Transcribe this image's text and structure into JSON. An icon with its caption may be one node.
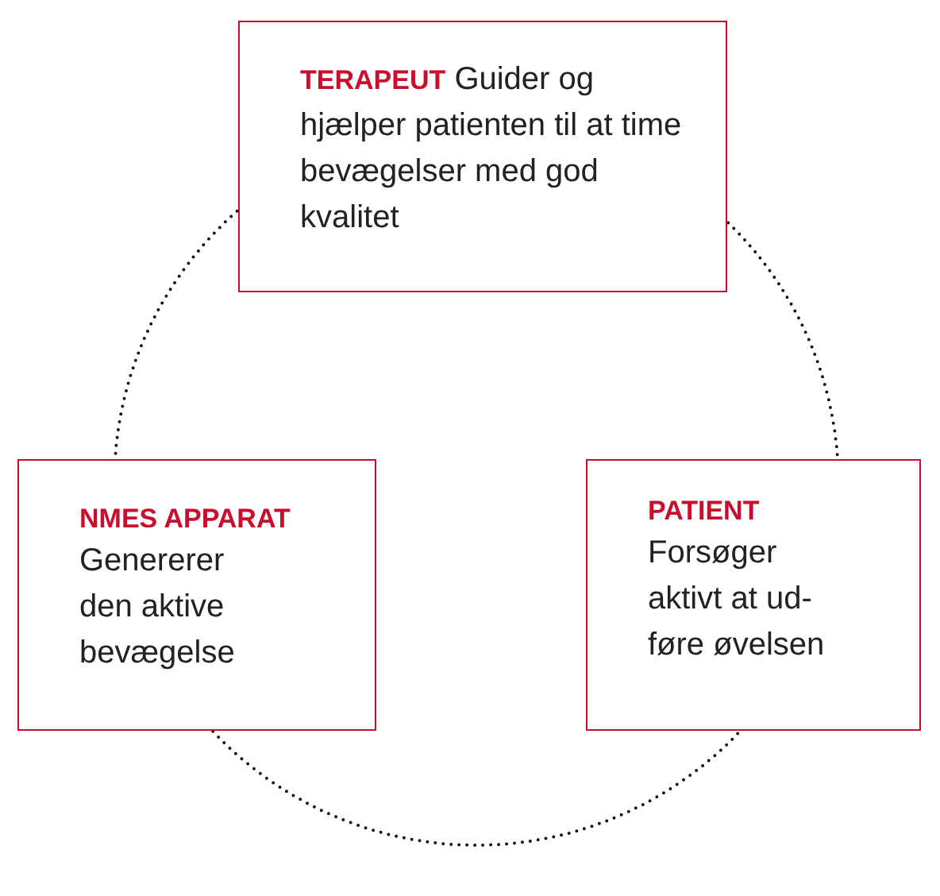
{
  "diagram": {
    "nodes": [
      {
        "text": [
          "TERAPEUT",
          "Guider og hjælper patienten til at time bevægelser med god kvalitet"
        ]
      },
      {
        "text": [
          "NMES APPARAT",
          "Genererer den aktive bevægelse"
        ]
      },
      {
        "text": [
          "PATIENT",
          "Forsøger aktivt at ud- føre øvelsen"
        ]
      }
    ],
    "edges": [
      {
        "from": 0,
        "to": 1,
        "arrow": "none",
        "style": "dashed"
      },
      {
        "from": 0,
        "to": 2,
        "arrow": "none",
        "style": "dashed"
      },
      {
        "from": 1,
        "to": 2,
        "arrow": "none",
        "style": "dashed"
      }
    ]
  }
}
